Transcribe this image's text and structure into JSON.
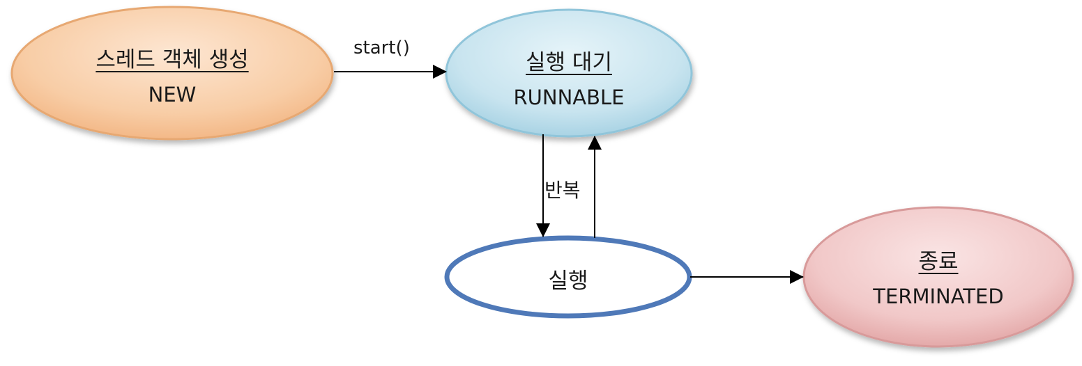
{
  "nodes": {
    "new": {
      "title": "스레드 객체 생성",
      "subtitle": "NEW",
      "fill": "#f7c9a0",
      "stroke": "#e9a46e"
    },
    "runnable": {
      "title": "실행 대기",
      "subtitle": "RUNNABLE",
      "fill": "#c5e3ee",
      "stroke": "#8fc4da"
    },
    "running": {
      "title": "실행",
      "fill": "#ffffff",
      "stroke": "#4f79b8"
    },
    "terminated": {
      "title": "종료",
      "subtitle": "TERMINATED",
      "fill": "#f0c4c4",
      "stroke": "#d99595"
    }
  },
  "edges": {
    "start": {
      "label": "start()"
    },
    "loop": {
      "label": "반복"
    }
  }
}
